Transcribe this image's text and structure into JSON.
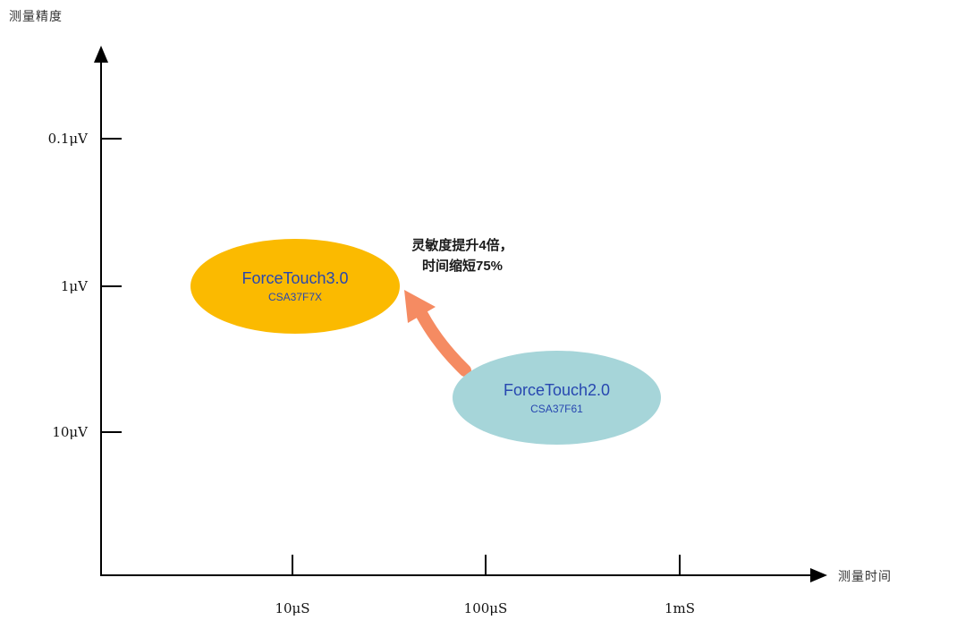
{
  "chart_data": {
    "type": "scatter",
    "title": "",
    "xlabel": "测量时间",
    "ylabel": "测量精度",
    "x_scale": "log",
    "y_scale": "log",
    "grid": false,
    "legend": "none",
    "x_tick_labels": [
      "10μS",
      "100μS",
      "1mS"
    ],
    "y_tick_labels": [
      "0.1μV",
      "1μV",
      "10μV"
    ],
    "series": [
      {
        "name": "ForceTouch3.0",
        "model": "CSA37F7X",
        "x": "10μS",
        "y": "1μV",
        "fill": "#FBBA00",
        "text_color": "#2747B0"
      },
      {
        "name": "ForceTouch2.0",
        "model": "CSA37F61",
        "x": "≈250μS",
        "y": "≈5μV",
        "fill": "#A6D5D9",
        "text_color": "#2747B0"
      }
    ],
    "annotation": {
      "line1": "灵敏度提升4倍，",
      "line2": "时间缩短75%"
    },
    "colors": {
      "axis": "#000000",
      "improvement_arrow": "#F58B62"
    }
  }
}
